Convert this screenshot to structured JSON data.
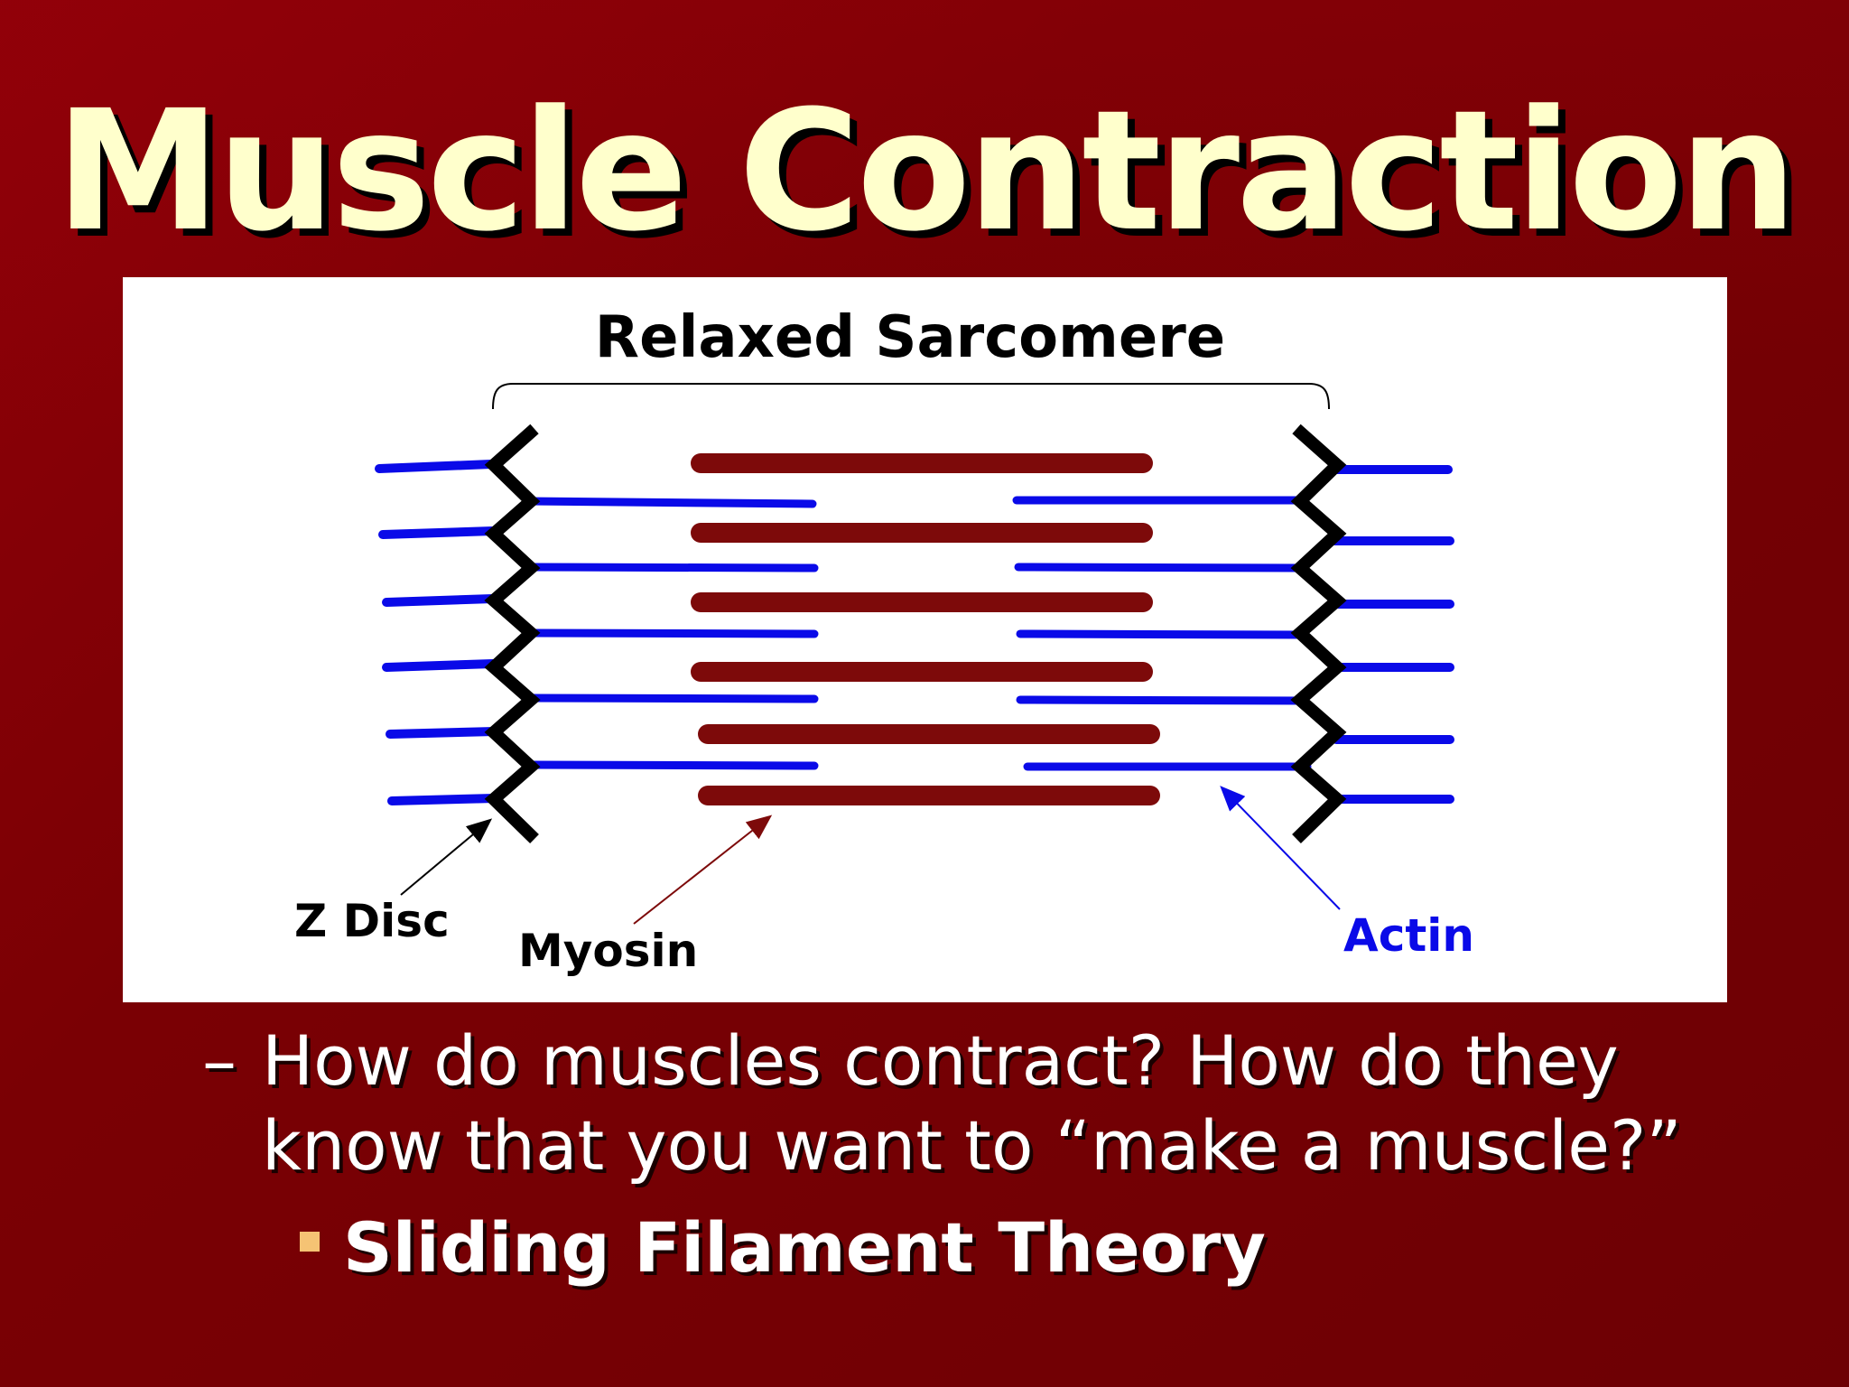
{
  "slide": {
    "title": "Muscle Contraction"
  },
  "diagram": {
    "heading": "Relaxed Sarcomere",
    "labels": {
      "z_disc": "Z Disc",
      "myosin": "Myosin",
      "actin": "Actin"
    },
    "colors": {
      "actin": "#0a0ae8",
      "myosin": "#7d0a0a",
      "z_disc": "#000000",
      "panel": "#ffffff"
    }
  },
  "bullets": {
    "level1_marker": "–",
    "level1_text": "How do muscles contract? How do they know that you want to “make a muscle?”",
    "level2_text": "Sliding Filament Theory",
    "level2_marker_color": "#f5c374"
  }
}
